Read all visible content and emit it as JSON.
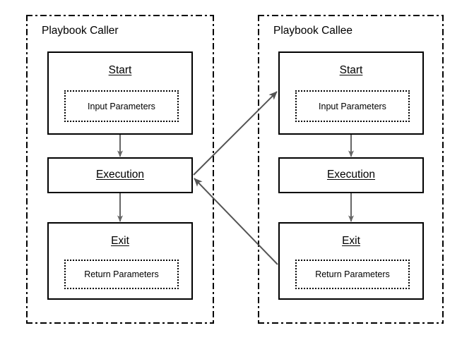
{
  "diagram": {
    "title_caller": "Playbook Caller",
    "title_callee": "Playbook Callee",
    "colors": {
      "box_border": "#000000",
      "lane_border": "#000000",
      "arrow": "#666666",
      "background": "#ffffff",
      "text": "#000000"
    }
  },
  "caller": {
    "lane_label": "Playbook Caller",
    "nodes": {
      "start": {
        "title": "Start",
        "param_label": "Input Parameters"
      },
      "execution": {
        "title": "Execution"
      },
      "exit": {
        "title": "Exit",
        "param_label": "Return Parameters"
      }
    }
  },
  "callee": {
    "lane_label": "Playbook Callee",
    "nodes": {
      "start": {
        "title": "Start",
        "param_label": "Input Parameters"
      },
      "execution": {
        "title": "Execution"
      },
      "exit": {
        "title": "Exit",
        "param_label": "Return Parameters"
      }
    }
  },
  "connectors": [
    {
      "name": "caller-start-to-execution",
      "from": "caller.start",
      "to": "caller.execution",
      "label": ""
    },
    {
      "name": "caller-execution-to-exit",
      "from": "caller.execution",
      "to": "caller.exit",
      "label": ""
    },
    {
      "name": "callee-start-to-execution",
      "from": "callee.start",
      "to": "callee.execution",
      "label": ""
    },
    {
      "name": "callee-execution-to-exit",
      "from": "callee.execution",
      "to": "callee.exit",
      "label": ""
    },
    {
      "name": "caller-execution-to-callee-start",
      "from": "caller.execution",
      "to": "callee.start",
      "label": ""
    },
    {
      "name": "callee-exit-to-caller-execution",
      "from": "callee.exit",
      "to": "caller.execution",
      "label": ""
    }
  ]
}
